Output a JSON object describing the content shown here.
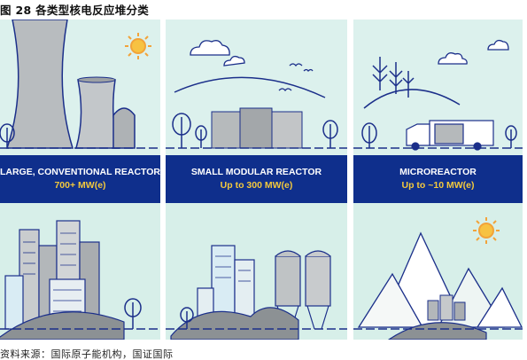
{
  "figure": {
    "title": "图 28 各类型核电反应堆分类",
    "source": "资料来源：国际原子能机构，国证国际"
  },
  "panels": [
    {
      "name": "LARGE, CONVENTIONAL REACTOR",
      "capacity": "700+ MW(e)"
    },
    {
      "name": "SMALL MODULAR REACTOR",
      "capacity": "Up to 300 MW(e)"
    },
    {
      "name": "MICROREACTOR",
      "capacity": "Up to ~10 MW(e)"
    }
  ],
  "colors": {
    "background": "#dcf1ed",
    "band": "#0f2f8c",
    "capacity_text": "#f3c93d",
    "outline": "#1b2f8a",
    "sun": "#f2a33a"
  }
}
